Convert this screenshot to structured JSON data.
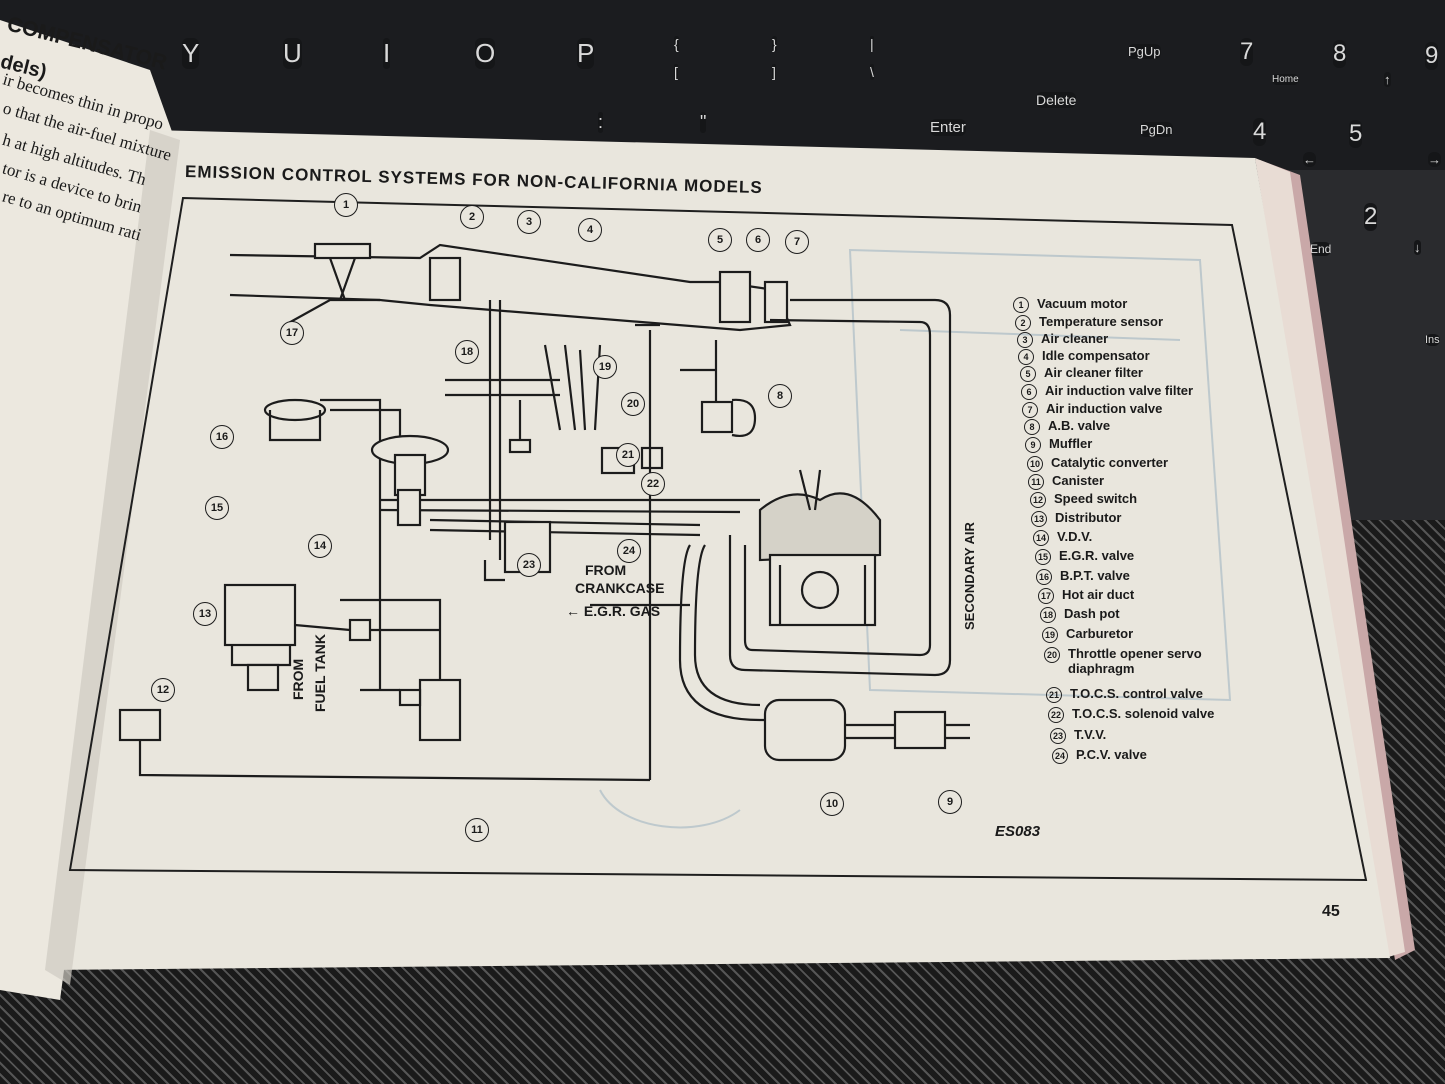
{
  "keyboard": {
    "top_row": [
      "Y",
      "U",
      "I",
      "O",
      "P",
      "{",
      "}"
    ],
    "brackets": [
      "[",
      "]"
    ],
    "pipe": [
      "|",
      "\\"
    ],
    "pgup": "PgUp",
    "delete": "Delete",
    "enter": "Enter",
    "colon": ":",
    "quote": "\"",
    "pgdn": "PgDn",
    "home": "Home",
    "end": "End",
    "ins": "Ins",
    "numpad": [
      "7",
      "8",
      "9",
      "4",
      "5",
      "2"
    ],
    "numpad_arrows": [
      "↑",
      "←",
      "→",
      "↓"
    ]
  },
  "left_page": {
    "heading_line1": "COMPENSATOR",
    "heading_line2": "dels)",
    "body_lines": [
      "ir becomes thin in propo",
      "o that the air-fuel mixture",
      "h at high altitudes. Th",
      "tor is a device to brin",
      "re to an optimum rati"
    ]
  },
  "right_page": {
    "title": "EMISSION CONTROL SYSTEMS FOR NON-CALIFORNIA MODELS",
    "page_number": "45",
    "figure_code": "ES083",
    "diagram_labels": {
      "from_crankcase_1": "FROM",
      "from_crankcase_2": "CRANKCASE",
      "egr_gas": "← E.G.R. GAS",
      "from_fuel_tank_1": "FROM",
      "from_fuel_tank_2": "FUEL TANK",
      "secondary_air": "SECONDARY AIR"
    },
    "legend": [
      {
        "n": "1",
        "label": "Vacuum motor"
      },
      {
        "n": "2",
        "label": "Temperature sensor"
      },
      {
        "n": "3",
        "label": "Air cleaner"
      },
      {
        "n": "4",
        "label": "Idle compensator"
      },
      {
        "n": "5",
        "label": "Air cleaner filter"
      },
      {
        "n": "6",
        "label": "Air induction valve filter"
      },
      {
        "n": "7",
        "label": "Air induction valve"
      },
      {
        "n": "8",
        "label": "A.B. valve"
      },
      {
        "n": "9",
        "label": "Muffler"
      },
      {
        "n": "10",
        "label": "Catalytic converter"
      },
      {
        "n": "11",
        "label": "Canister"
      },
      {
        "n": "12",
        "label": "Speed switch"
      },
      {
        "n": "13",
        "label": "Distributor"
      },
      {
        "n": "14",
        "label": "V.D.V."
      },
      {
        "n": "15",
        "label": "E.G.R. valve"
      },
      {
        "n": "16",
        "label": "B.P.T. valve"
      },
      {
        "n": "17",
        "label": "Hot air duct"
      },
      {
        "n": "18",
        "label": "Dash pot"
      },
      {
        "n": "19",
        "label": "Carburetor"
      },
      {
        "n": "20",
        "label": "Throttle opener servo diaphragm"
      },
      {
        "n": "21",
        "label": "T.O.C.S. control valve"
      },
      {
        "n": "22",
        "label": "T.O.C.S. solenoid valve"
      },
      {
        "n": "23",
        "label": "T.V.V."
      },
      {
        "n": "24",
        "label": "P.C.V. valve"
      }
    ]
  }
}
